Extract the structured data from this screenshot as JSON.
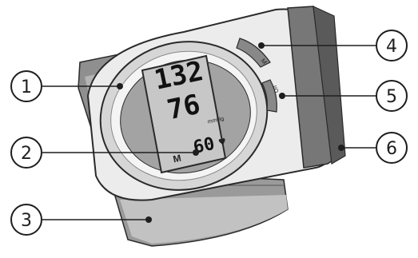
{
  "callouts": [
    {
      "number": "1",
      "target": "display-bezel"
    },
    {
      "number": "2",
      "target": "lcd-display"
    },
    {
      "number": "3",
      "target": "wrist-cuff"
    },
    {
      "number": "4",
      "target": "memory-button"
    },
    {
      "number": "5",
      "target": "power-button"
    },
    {
      "number": "6",
      "target": "battery-cover"
    }
  ],
  "buttons": {
    "memory_label": "M",
    "power_label": "I/O"
  },
  "display": {
    "systolic": "132",
    "diastolic": "76",
    "unit": "mmHg",
    "pulse": "60",
    "memory_indicator": "M",
    "heart_symbol": "♥"
  },
  "colors": {
    "cuff_dark": "#8f8f8f",
    "cuff_light": "#c9c9c9",
    "housing": "#ececec",
    "bezel": "#d6d6d6",
    "screen": "#c7c7c7",
    "outline": "#2a2a2a"
  }
}
